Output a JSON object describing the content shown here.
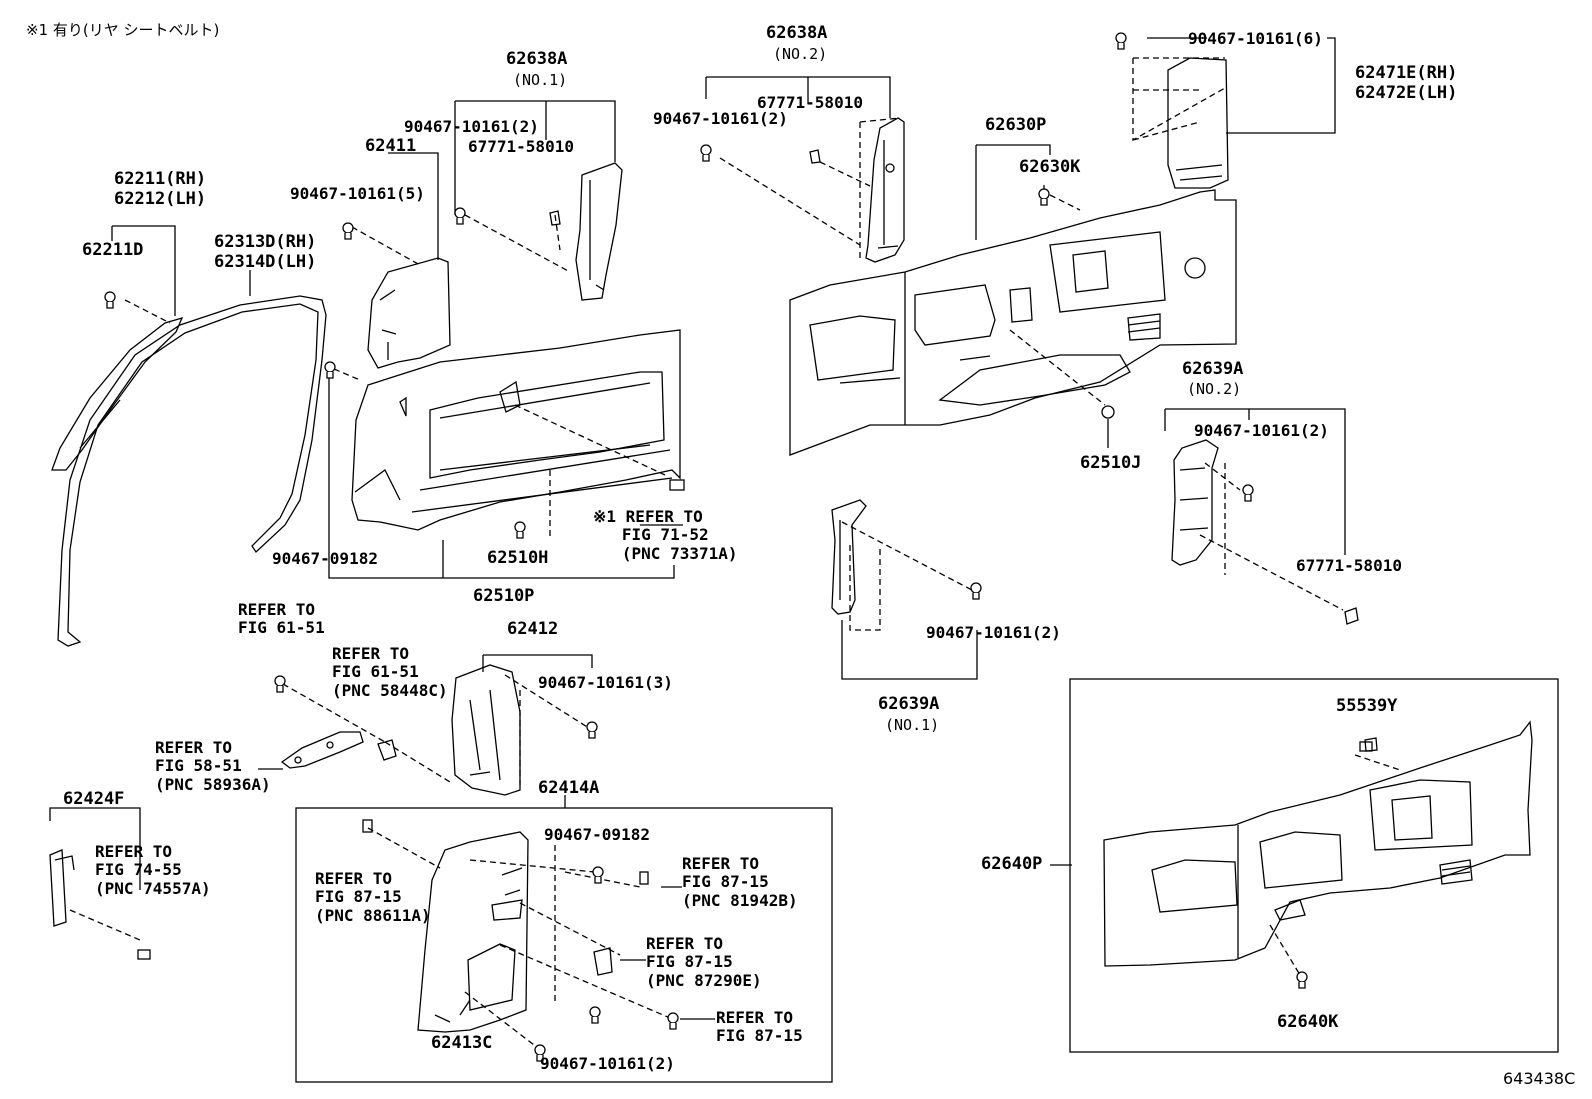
{
  "note": "※1 有り(リヤ シートベルト)",
  "figure_number": "643438C",
  "labels": {
    "p62638A_1_num": "62638A",
    "p62638A_1_sub": "(NO.1)",
    "p62411": "62411",
    "bolt_5": "90467-10161(5)",
    "bolt_2a": "90467-10161(2)",
    "clip_67771_a": "67771-58010",
    "p62211": "62211(RH)\n62212(LH)",
    "p62211D": "62211D",
    "p62313D": "62313D(RH)\n62314D(LH)",
    "p62638A_2_num": "62638A",
    "p62638A_2_sub": "(NO.2)",
    "clip_67771_b": "67771-58010",
    "bolt_2b": "90467-10161(2)",
    "bolt_6": "90467-10161(6)",
    "p62471E": "62471E(RH)\n62472E(LH)",
    "p62630P": "62630P",
    "p62630K": "62630K",
    "p62510J": "62510J",
    "p62639A_2_num": "62639A",
    "p62639A_2_sub": "(NO.2)",
    "bolt_2c": "90467-10161(2)",
    "clip_67771_c": "67771-58010",
    "bolt_09182_a": "90467-09182",
    "p62510H": "62510H",
    "p62510P": "62510P",
    "ref_73371": "※1 REFER TO\n   FIG 71-52\n   (PNC 73371A)",
    "ref_61_51_a": "REFER TO\nFIG 61-51",
    "ref_58448": "REFER TO\nFIG 61-51\n(PNC 58448C)",
    "ref_58936": "REFER TO\nFIG 58-51\n(PNC 58936A)",
    "p62412": "62412",
    "bolt_3": "90467-10161(3)",
    "p62414A": "62414A",
    "bolt_2d": "90467-10161(2)",
    "p62639A_1_num": "62639A",
    "p62639A_1_sub": "(NO.1)",
    "p62424F": "62424F",
    "ref_74557": "REFER TO\nFIG 74-55\n(PNC 74557A)",
    "bolt_09182_b": "90467-09182",
    "ref_81942": "REFER TO\nFIG 87-15\n(PNC 81942B)",
    "ref_88611": "REFER TO\nFIG 87-15\n(PNC 88611A)",
    "ref_87290": "REFER TO\nFIG 87-15\n(PNC 87290E)",
    "ref_87_15": "REFER TO\nFIG 87-15",
    "p62413C": "62413C",
    "bolt_2e": "90467-10161(2)",
    "p55539Y": "55539Y",
    "p62640P": "62640P",
    "p62640K": "62640K"
  }
}
